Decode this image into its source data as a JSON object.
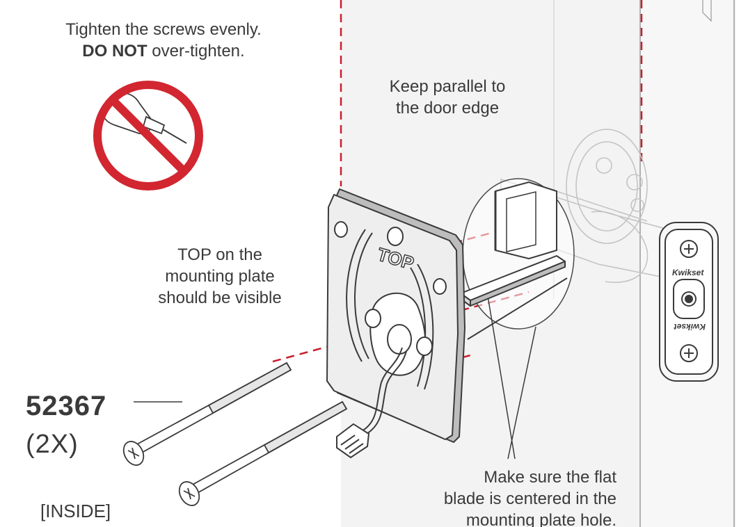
{
  "warning": {
    "line1": "Tighten the screws evenly.",
    "line2_emphasis": "DO NOT",
    "line2_rest": " over-tighten.",
    "icon": "no-power-drill-icon",
    "icon_color": "#d22630"
  },
  "notes": {
    "parallel": [
      "Keep parallel to",
      "the door edge"
    ],
    "top_visible": [
      "TOP on the",
      "mounting plate",
      "should be visible"
    ],
    "flat_blade": [
      "Make sure the flat",
      "blade is centered in the",
      "mounting plate hole."
    ]
  },
  "plate": {
    "label": "TOP"
  },
  "part": {
    "number": "52367",
    "quantity": "(2X)"
  },
  "side_label": "[INSIDE]",
  "latch_brand": "Kwikset",
  "colors": {
    "guide_line": "#c8202e",
    "line_art": "#3a3a3a",
    "door_fill": "#f2f2f2"
  }
}
